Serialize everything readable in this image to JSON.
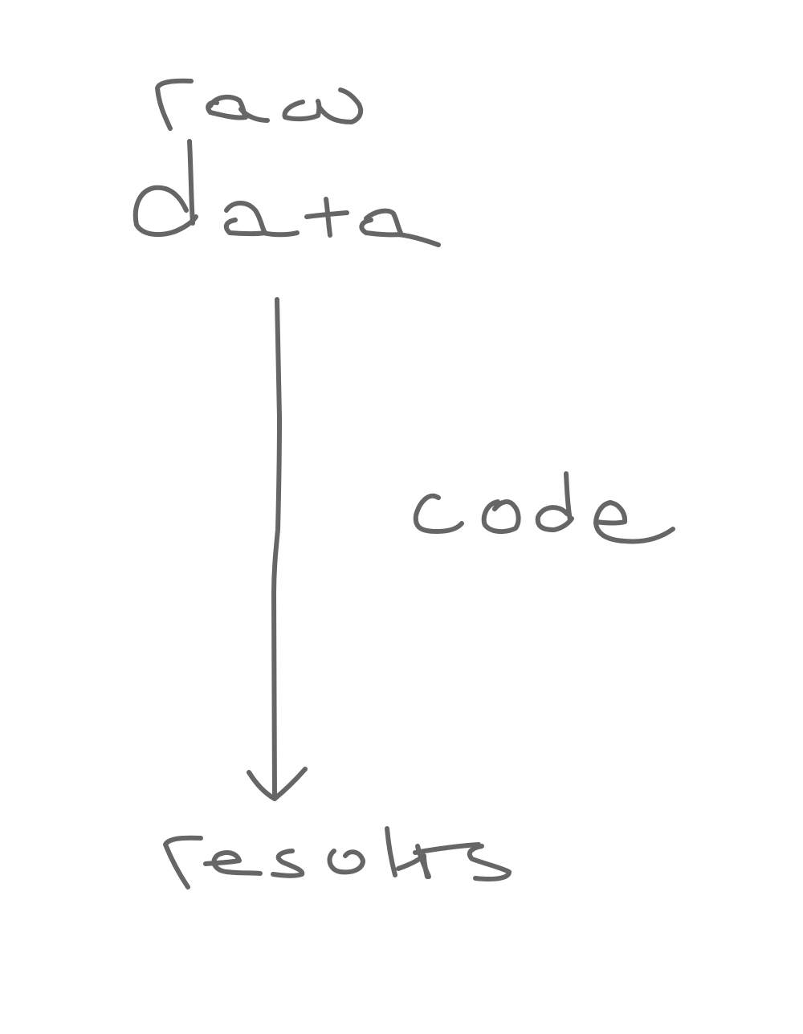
{
  "diagram": {
    "ink_color": "#666666",
    "background": "#ffffff",
    "nodes": [
      {
        "id": "top",
        "lines": [
          "raw",
          "data"
        ]
      },
      {
        "id": "bottom",
        "lines": [
          "results"
        ]
      }
    ],
    "edges": [
      {
        "from": "top",
        "to": "bottom",
        "label": "code"
      }
    ]
  }
}
